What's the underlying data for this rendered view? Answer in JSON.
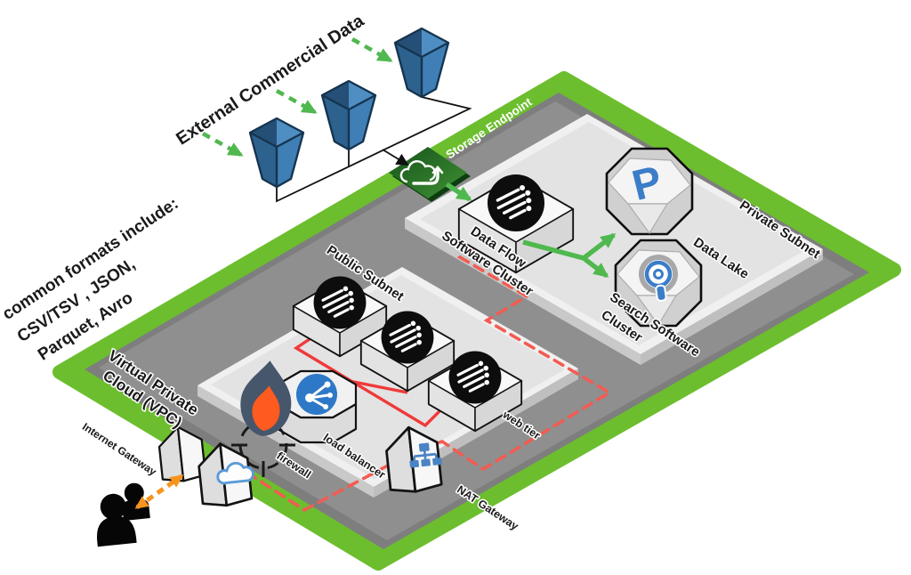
{
  "labels": {
    "external_data": "External Commercial Data",
    "formats_line1": "common formats include:",
    "formats_line2": "CSV/TSV , JSON,",
    "formats_line3": "Parquet, Avro",
    "storage_endpoint": "Storage Endpoint",
    "data_flow_line1": "Data Flow",
    "data_flow_line2": "Software Cluster",
    "private_subnet": "Private Subnet",
    "data_lake": "Data Lake",
    "data_lake_letter": "P",
    "search_line1": "Search Software",
    "search_line2": "Cluster",
    "public_subnet": "Public Subnet",
    "web_tier": "web tier",
    "vpc_line1": "Virtual Private",
    "vpc_line2": "Cloud (VPC)",
    "internet_gateway": "Internet Gateway",
    "firewall": "firewall",
    "load_balancer": "load balancer",
    "nat_gateway": "NAT Gateway"
  },
  "colors": {
    "vpc_border_green": "#6CBE2E",
    "vpc_edge_gray": "#7E7E7E",
    "vpc_floor_gray": "#8F8F8F",
    "subnet_rim_light": "#F0F0F0",
    "subnet_inner_light": "#E3E3E3",
    "subnet_side_gray": "#C9C9C9",
    "endpoint_green_dark": "#1C5B1F",
    "endpoint_green_light": "#3F9234",
    "flow_arrow_green": "#4FB84E",
    "network_red": "#F03A3A",
    "route_red_dashed": "#F25C52",
    "user_arrow_orange": "#F7941D",
    "bucket_face_dark": "#2D628F",
    "bucket_face_light": "#3F7FB5",
    "bucket_open_dark": "#254F76",
    "bucket_open_light": "#4E8EC3",
    "bucket_outline": "#16344F",
    "icon_blue": "#2E79C7",
    "presto_blue": "#3B7DC8",
    "nat_tree_blue": "#4A84C4",
    "cloud_blue": "#5B9BD5",
    "flame_slate": "#46566B",
    "flame_orange": "#FF5A1F",
    "black_ink": "#111111"
  },
  "icons": {
    "bucket": "data-bucket-icon",
    "storage_endpoint": "cloud-transfer-icon",
    "server": "server-disk-icon",
    "data_lake": "presto-p-icon",
    "search": "target-rings-icon",
    "load_balancer": "share-nodes-icon",
    "nat_gateway": "network-tree-icon",
    "internet_gateway": "cloud-icon",
    "firewall": "flame-icon",
    "crosshair": "crosshair-icon",
    "user": "person-silhouette-icon"
  }
}
